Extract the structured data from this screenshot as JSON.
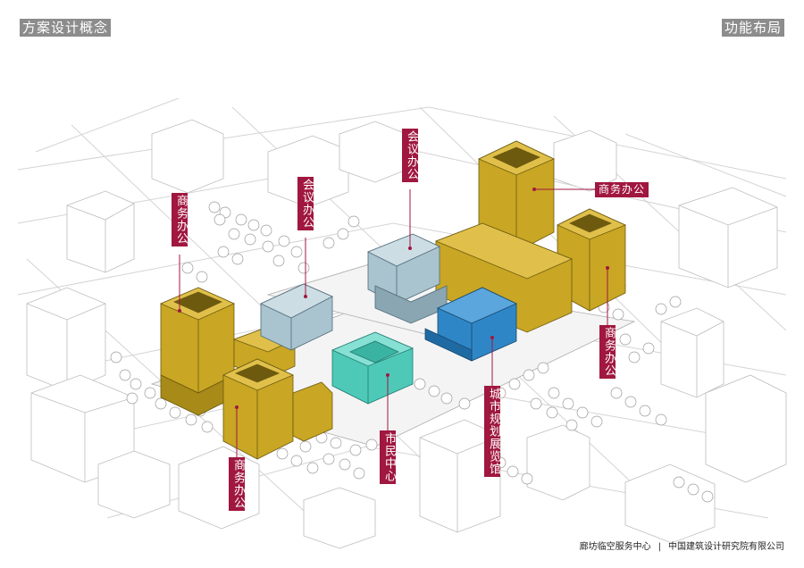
{
  "header": {
    "left_title": "方案设计概念",
    "right_title": "功能布局"
  },
  "labels": {
    "office_left": "商务办公",
    "conference_left": "会议办公",
    "conference_center": "会议办公",
    "office_top_right": "商务办公",
    "office_right": "商务办公",
    "office_bottom": "商务办公",
    "civic_center": "市民中心",
    "planning_exhibition": "城市规划展览馆"
  },
  "footer": {
    "project": "廊坊临空服务中心",
    "separator": "|",
    "company": "中国建筑设计研究院有限公司"
  },
  "colors": {
    "office": "#c9a623",
    "conference": "#a9c3cf",
    "civic": "#4ec9b8",
    "exhibition": "#2f86c6",
    "label_bg": "#a0173f"
  }
}
